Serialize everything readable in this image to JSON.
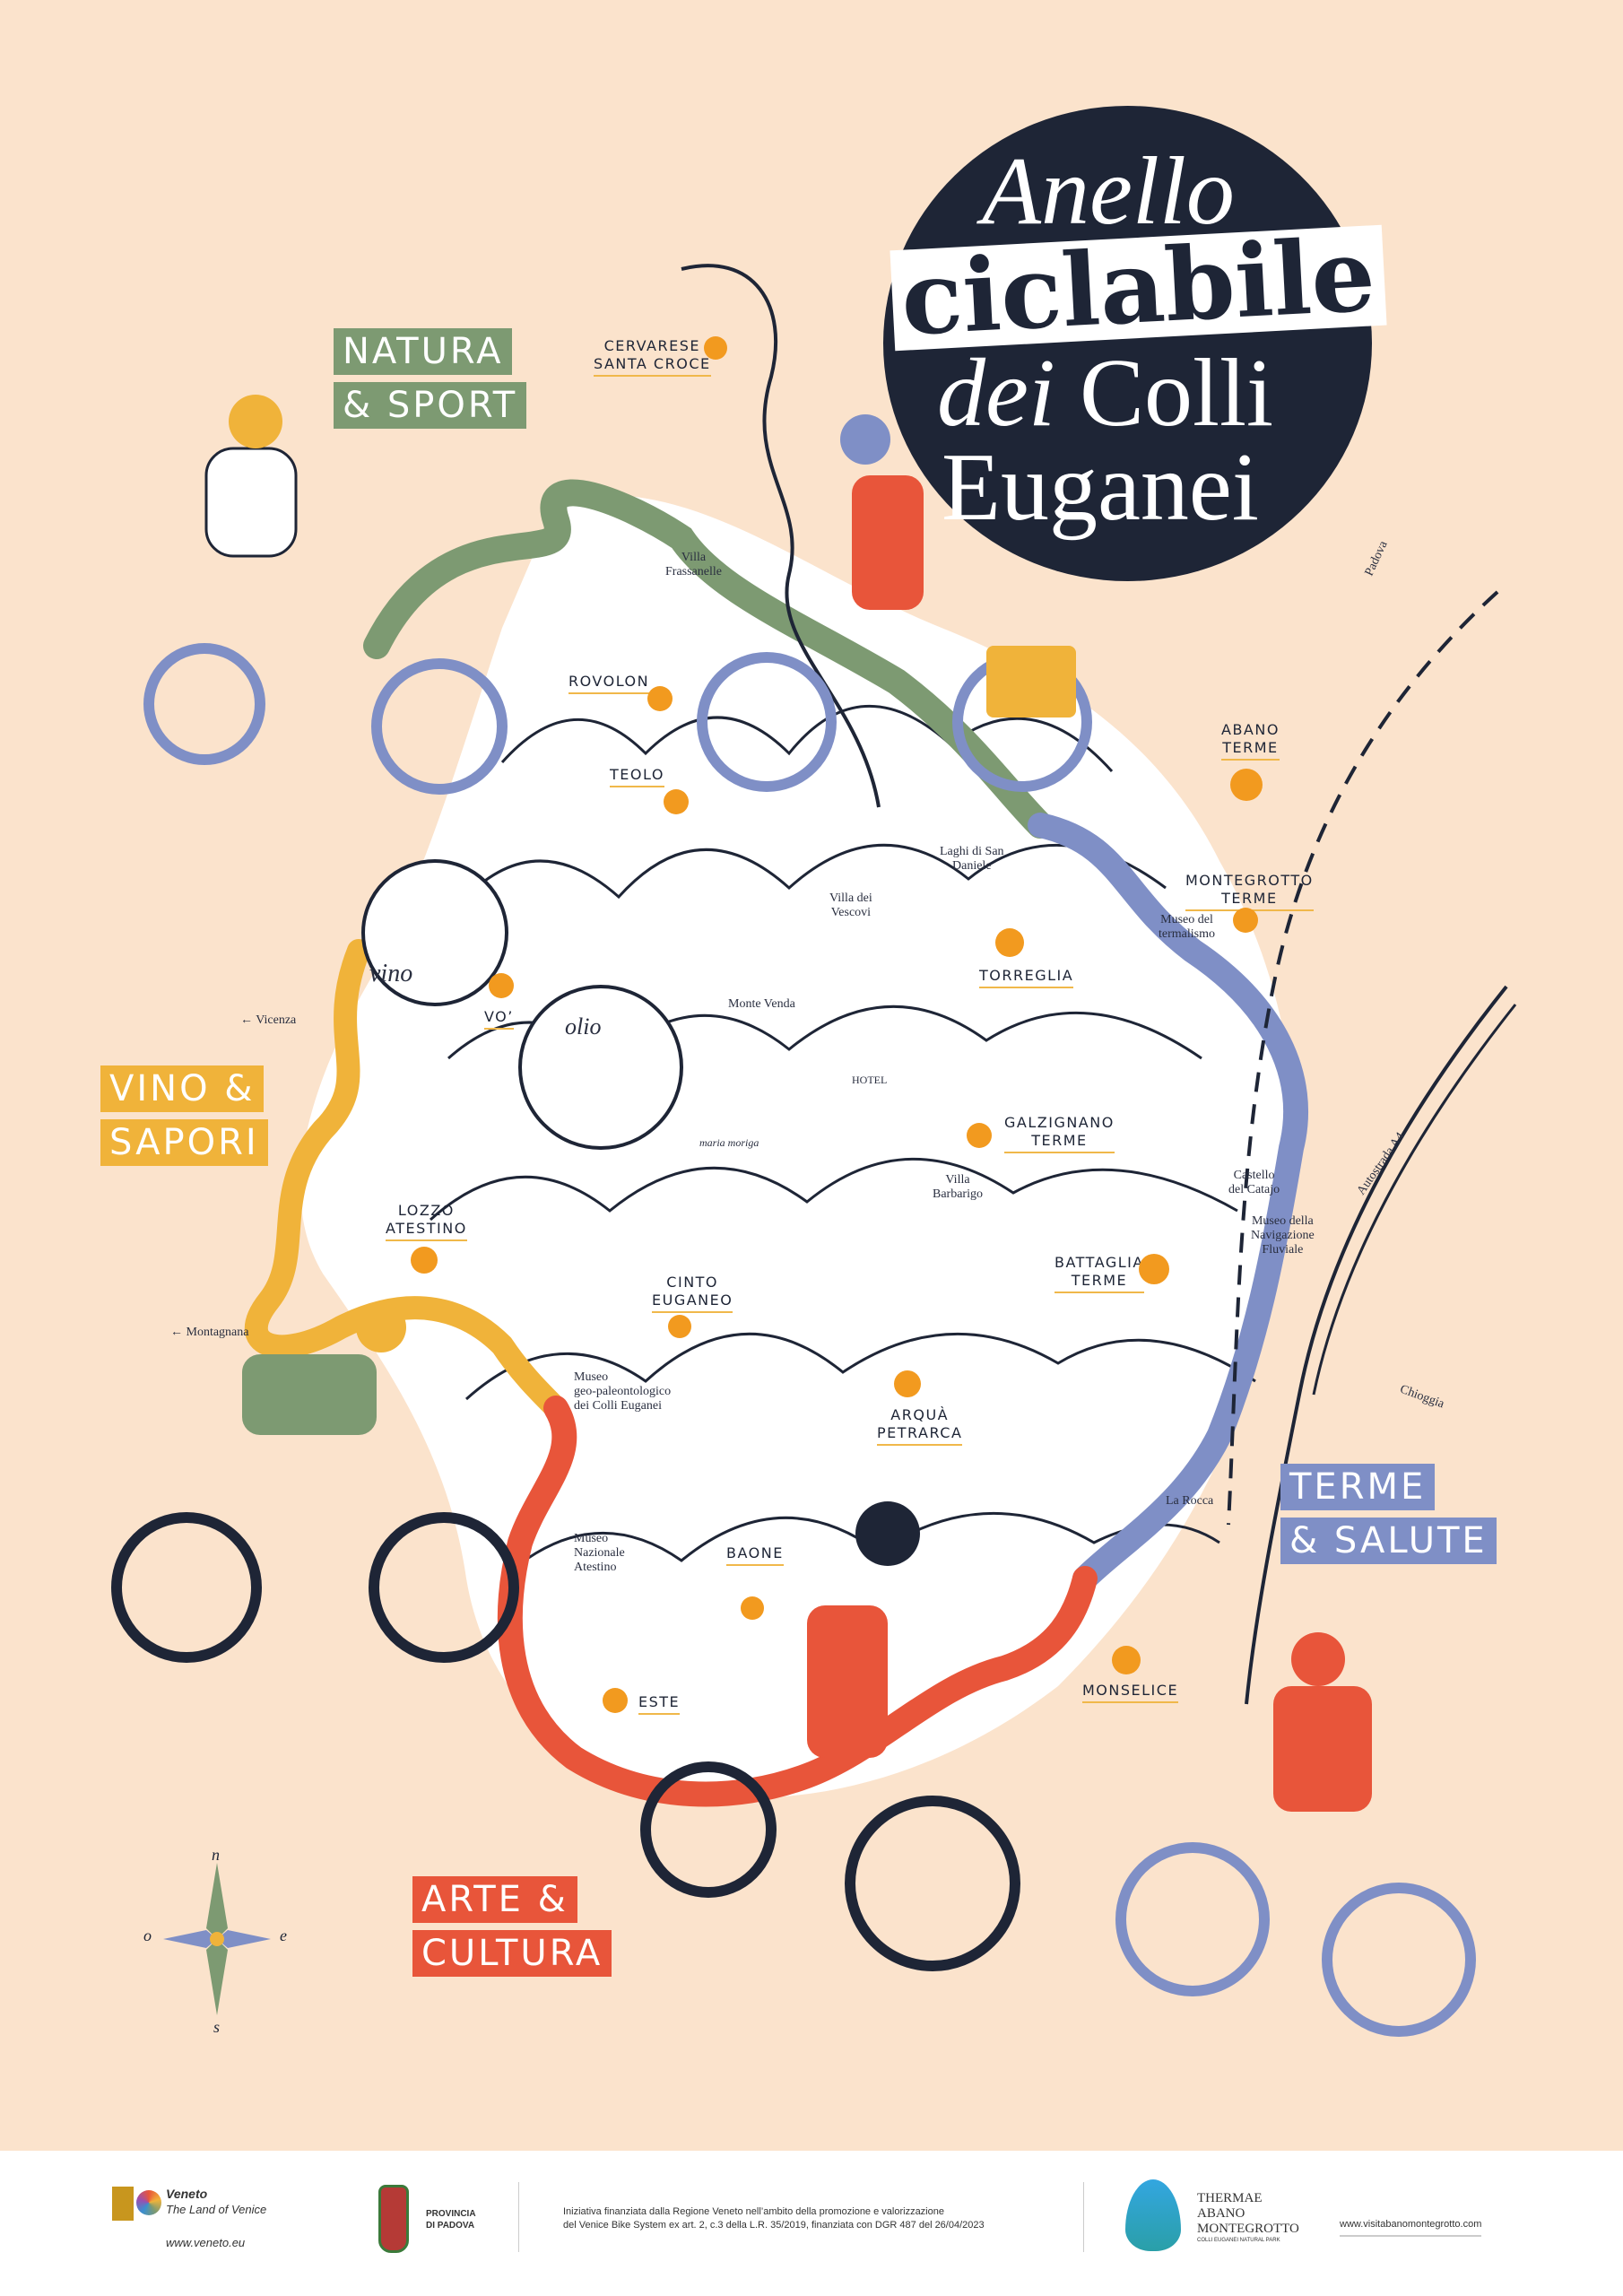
{
  "title": {
    "line1": "Anello",
    "line2": "ciclabile",
    "line3_italic": "dei",
    "line3_rest": " Colli",
    "line4": "Euganei"
  },
  "themes": [
    {
      "lines": [
        "NATURA",
        "& SPORT"
      ],
      "color": "#7d9a72"
    },
    {
      "lines": [
        "VINO &",
        "SAPORI"
      ],
      "color": "#f0b33a"
    },
    {
      "lines": [
        "TERME",
        "& SALUTE"
      ],
      "color": "#7f8fc6"
    },
    {
      "lines": [
        "ARTE &",
        "CULTURA"
      ],
      "color": "#e8553a"
    }
  ],
  "towns": {
    "cervarese": "CERVARESE\nSANTA CROCE",
    "rovolon": "ROVOLON",
    "teolo": "TEOLO",
    "vo": "VO’",
    "lozzo": "LOZZO\nATESTINO",
    "cinto": "CINTO\nEUGANEO",
    "arqua": "ARQUÀ\nPETRARCA",
    "baone": "BAONE",
    "este": "ESTE",
    "monselice": "MONSELICE",
    "battaglia": "BATTAGLIA\nTERME",
    "galzignano": "GALZIGNANO\nTERME",
    "torreglia": "TORREGLIA",
    "montegrotto": "MONTEGROTTO\nTERME",
    "abano": "ABANO\nTERME"
  },
  "poi": {
    "frassanelle": "Villa\nFrassanelle",
    "laghi": "Laghi di San\nDaniele",
    "vescovi": "Villa dei\nVescovi",
    "venda": "Monte Venda",
    "termalismo": "Museo del\ntermalismo",
    "barbarigo": "Villa\nBarbarigo",
    "catajo": "Castello\ndel Catajo",
    "navigazione": "Museo della\nNavigazione\nFluviale",
    "rocca": "La Rocca",
    "geopaleo": "Museo\ngeo-paleontologico\ndei Colli Euganei",
    "atestino": "Museo\nNazionale\nAtestino"
  },
  "directions": {
    "vicenza": "Vicenza",
    "montagnana": "Montagnana",
    "padova": "Padova",
    "chioggia": "Chioggia",
    "autostrada": "Autostrada A4"
  },
  "illustration_labels": {
    "vino": "vino",
    "olio": "olio",
    "hotel": "HOTEL",
    "signature": "maria moriga"
  },
  "compass": {
    "n": "n",
    "o": "o",
    "e": "e",
    "s": "s"
  },
  "footer": {
    "veneto_brand": "Veneto",
    "veneto_tagline": "The Land of Venice",
    "veneto_url": "www.veneto.eu",
    "provincia": "PROVINCIA\nDI PADOVA",
    "funding_line1": "Iniziativa finanziata dalla Regione Veneto nell’ambito della promozione e valorizzazione",
    "funding_line2": "del Venice Bike System ex art. 2, c.3 della L.R. 35/2019, finanziata con DGR 487 del 26/04/2023",
    "thermae": "THERMAE",
    "abano": "ABANO",
    "montegrotto": "MONTEGROTTO",
    "park": "COLLI EUGANEI NATURAL PARK",
    "website": "www.visitabanomontegrotto.com"
  }
}
